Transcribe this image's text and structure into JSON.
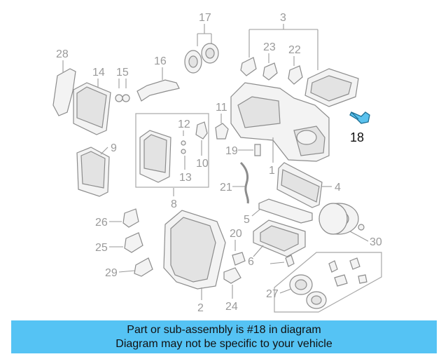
{
  "diagram": {
    "labels": [
      "1",
      "2",
      "3",
      "5",
      "6",
      "8",
      "9",
      "10",
      "11",
      "12",
      "13",
      "14",
      "15",
      "16",
      "17",
      "19",
      "20",
      "21",
      "22",
      "23",
      "24",
      "25",
      "26",
      "27",
      "28",
      "29",
      "30",
      "4"
    ],
    "highlighted": "18",
    "highlight_color": "#3aa9dc"
  },
  "caption": {
    "line1": "Part or sub-assembly is #18 in diagram",
    "line2": "Diagram may not be specific to your vehicle",
    "background": "#55c3f4"
  }
}
